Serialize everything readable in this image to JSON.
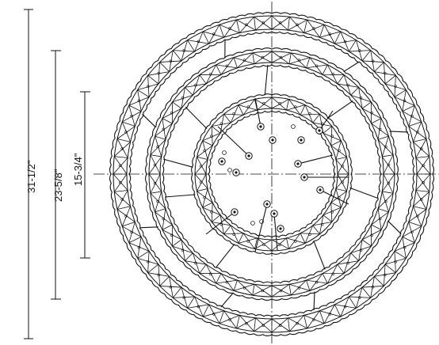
{
  "dimensions": [
    {
      "label": "31-1/2\""
    },
    {
      "label": "23-5/8\""
    },
    {
      "label": "15-3/4\""
    }
  ],
  "rings": {
    "count": 3,
    "segments": [
      56,
      40,
      28
    ]
  },
  "colors": {
    "line": "#111111",
    "background": "#ffffff"
  }
}
